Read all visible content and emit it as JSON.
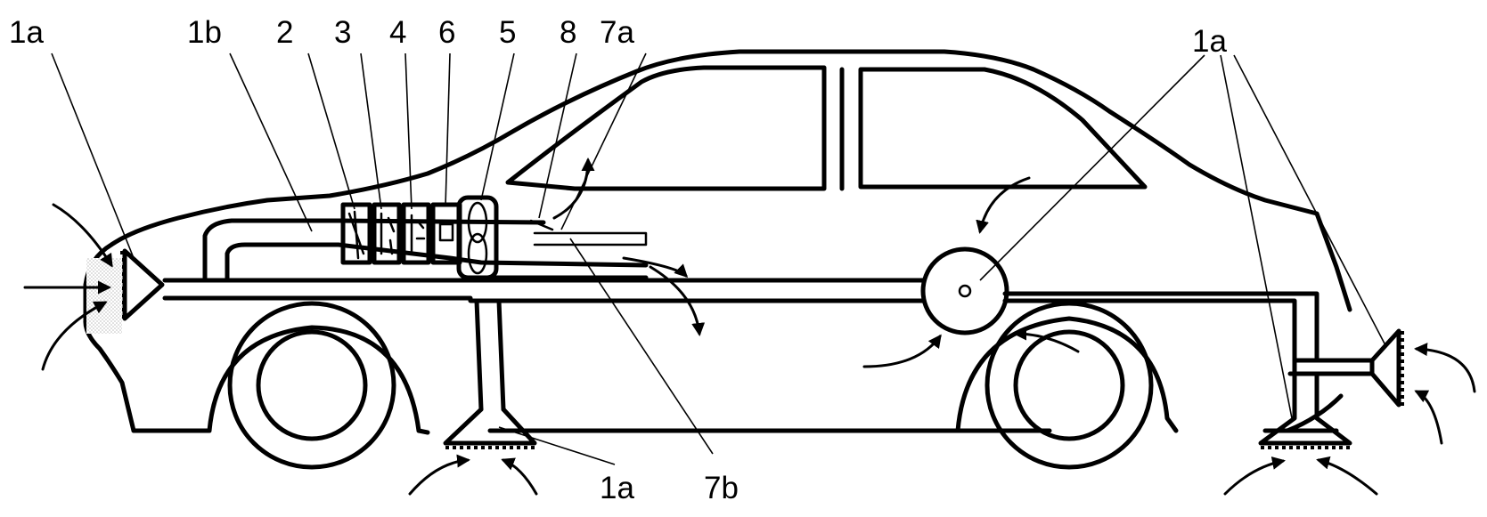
{
  "labels": {
    "front_intake": "1a",
    "duct": "1b",
    "part_2": "2",
    "part_3": "3",
    "part_4": "4",
    "part_6": "6",
    "part_5": "5",
    "part_8": "8",
    "outlet_7a": "7a",
    "rear_intakes": "1a",
    "bottom_intake": "1a",
    "outlet_7b": "7b"
  },
  "colors": {
    "line": "#000000",
    "shade": "#d9d9d9",
    "background": "#ffffff"
  }
}
